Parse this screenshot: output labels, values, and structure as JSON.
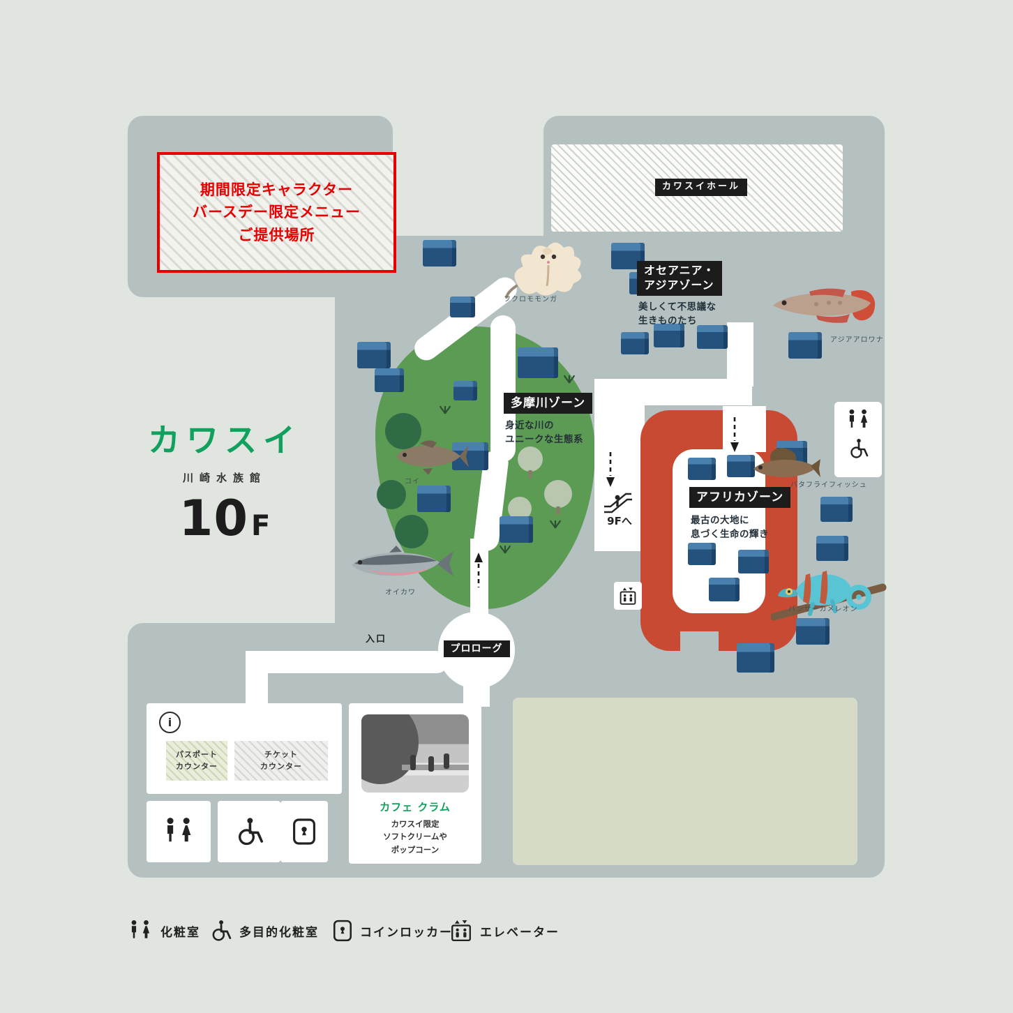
{
  "brand": {
    "name": "カワスイ",
    "sub": "川崎水族館",
    "floor": "10",
    "floor_unit": "F"
  },
  "notice": {
    "line1": "期間限定キャラクター",
    "line2": "バースデー限定メニュー",
    "line3": "ご提供場所"
  },
  "hall": {
    "label": "カワスイホール"
  },
  "zones": {
    "oceania": {
      "name1": "オセアニア・",
      "name2": "アジアゾーン",
      "desc1": "美しくて不思議な",
      "desc2": "生きものたち"
    },
    "tamagawa": {
      "name": "多摩川ゾーン",
      "desc1": "身近な川の",
      "desc2": "ユニークな生態系"
    },
    "africa": {
      "name": "アフリカゾーン",
      "desc1": "最古の大地に",
      "desc2": "息づく生命の輝き"
    },
    "prologue": {
      "name": "プロローグ"
    }
  },
  "animals": {
    "sugar_glider": "フクロモモンガ",
    "arowana": "アジアアロワナ",
    "koi": "コイ",
    "oikawa": "オイカワ",
    "butterflyfish": "バタフライフィッシュ",
    "chameleon": "パンサーカメレオン"
  },
  "nav": {
    "escalator": "9Fへ",
    "entrance": "入口"
  },
  "facilities": {
    "info": "i",
    "passport1": "パスポート",
    "passport2": "カウンター",
    "ticket1": "チケット",
    "ticket2": "カウンター"
  },
  "cafe": {
    "name": "カフェ クラム",
    "desc1": "カワスイ限定",
    "desc2": "ソフトクリームや",
    "desc3": "ポップコーン"
  },
  "legend": {
    "restroom": "化粧室",
    "multipurpose": "多目的化粧室",
    "locker": "コインロッカー",
    "elevator": "エレベーター"
  },
  "colors": {
    "accent_green": "#12a05e",
    "map_gray": "#b5c1c1",
    "zone_green": "#5c9b54",
    "zone_red": "#c94a32",
    "notice_red": "#e60000"
  }
}
